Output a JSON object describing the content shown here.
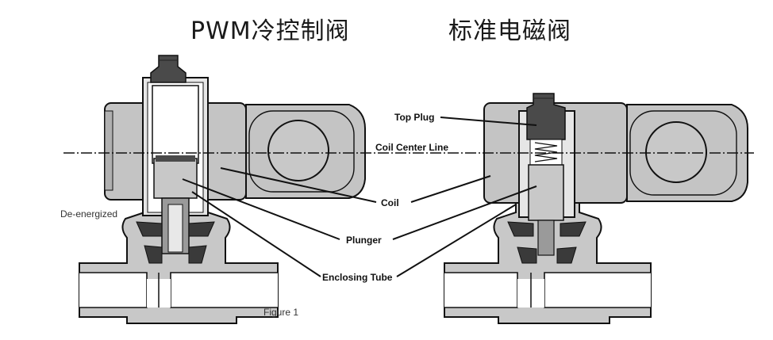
{
  "titles": {
    "left": "PWM冷控制阀",
    "right": "标准电磁阀"
  },
  "labels": {
    "top_plug": "Top Plug",
    "coil_center_line": "Coil Center Line",
    "coil": "Coil",
    "plunger": "Plunger",
    "enclosing_tube": "Enclosing Tube",
    "de_energized": "De-energized",
    "figure": "Figure 1"
  },
  "colors": {
    "outline": "#111111",
    "light_gray": "#c8c8c8",
    "mid_gray": "#9a9a9a",
    "dark_gray": "#4a4a4a",
    "background": "#ffffff"
  }
}
